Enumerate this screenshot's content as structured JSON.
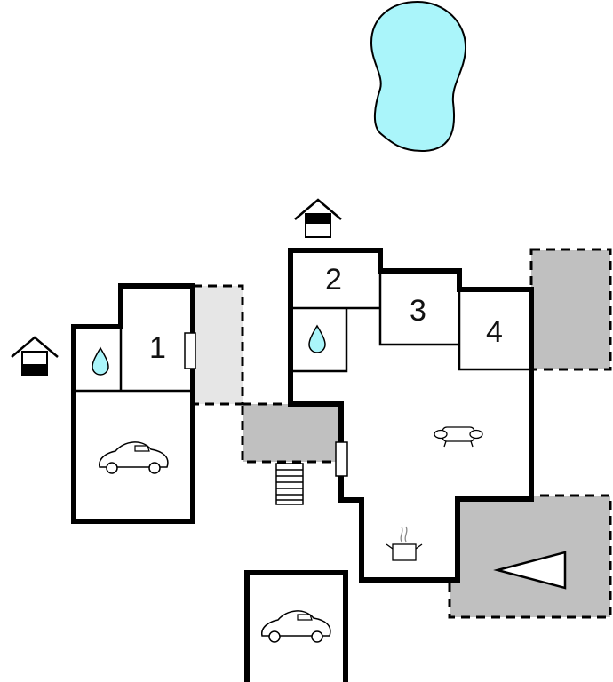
{
  "floorplan": {
    "rooms": [
      {
        "label": "1"
      },
      {
        "label": "2"
      },
      {
        "label": "3"
      },
      {
        "label": "4"
      }
    ],
    "icons": [
      "pool",
      "house-icon",
      "water-drop-icon",
      "car-icon",
      "sofa-icon",
      "cooking-pot-icon",
      "stairs",
      "door",
      "triangle-marker"
    ]
  },
  "colors": {
    "pool": "#aaf5fa",
    "water": "#aaf5fa",
    "terrace_dark": "#c0c0c0",
    "terrace_light": "#e6e6e6",
    "wall": "#000000"
  }
}
